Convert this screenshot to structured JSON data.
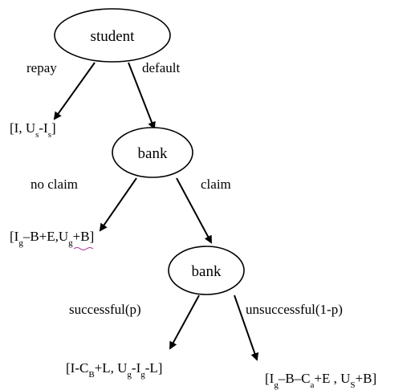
{
  "nodes": {
    "root": {
      "label": "student"
    },
    "bank1": {
      "label": "bank"
    },
    "bank2": {
      "label": "bank"
    }
  },
  "edges": {
    "repay": "repay",
    "default": "default",
    "no_claim": "no claim",
    "claim": "claim",
    "successful": "successful(p)",
    "unsuccessful": "unsuccessful(1-p)"
  },
  "payoffs": {
    "repay": "[I, Us-Is]",
    "no_claim": "[Ig-B+E,Ug+B]",
    "successful": "[I-CB+L, Ug-Ig-L]",
    "unsuccessful": "[Ig-B-Ca+E , US+B]"
  },
  "colors": {
    "stroke": "#000000",
    "background": "#ffffff"
  }
}
